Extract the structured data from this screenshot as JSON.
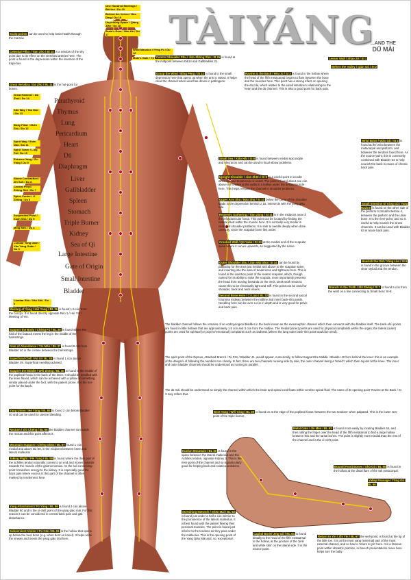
{
  "title": {
    "main": "TÀIYÁNG",
    "sub1": "...AND THE",
    "sub2": "DŪ MÀI"
  },
  "top_labels": [
    "One Hundred Meetings / Bǎi Huì / Du 20",
    "Behind the Vertex / Hòu Dǐng / Du 19",
    "Unyielding Space / Qiáng Jiān / Du 18",
    "Brain's Door / Nǎo Hù / Du 17",
    "Wind Mansion / Fēng Fǔ / Du 16",
    "Mute's Gate / Yǎ Mén / Du 15"
  ],
  "spine_labels": [
    "Great Hammer / Dà Zhuī / Du 14",
    "Kiln Way / Táo Dào / Du 13",
    "Body Pillar / Shēn Zhù / Du 12",
    "Spirit Way / Shén Dào / Du 11",
    "Spirit Tower / Líng Tái / Du 10",
    "Extreme Yang / Zhì Yáng / Du 9",
    "Sinew Contraction / Jīn Suō / Du 8",
    "Central Pivot / Zhōng Shū / Du 7",
    "Spine Centre / Jǐ Zhōng / Du 6",
    "Suspended Pivot / Xuán Shū / Du 5",
    "Ming Mén / Du 4",
    "Lumbar Yang Gate / Yāo Yáng Guān / Du 3",
    "Lumbar Shu / Yāo Shū / Du 2",
    "Long and Strong / Cháng Qiáng / Du 1"
  ],
  "organs": [
    "Parathyroid",
    "Thymus",
    "Lung",
    "Pericardium",
    "Heart",
    "Dū",
    "Diaphragm",
    "Liver",
    "Gallbladder",
    "Spleen",
    "Stomach",
    "Triple Burner",
    "Kidney",
    "Sea of Qì",
    "Large Intestine",
    "Gate of Origin",
    "Small Intestine",
    "Bladder"
  ],
  "colors": {
    "muscle": "#c96a4e",
    "muscle_dark": "#8e3a28",
    "channel": "#f2d000",
    "point": "#c8001e",
    "label": "#ffe400",
    "heading_bg": "#2c2a20"
  },
  "left_notes": [
    {
      "h": "Scalp points",
      "t": " can be used to help brain health through the marrow."
    },
    {
      "h": "Celestial Pillar / Tiān Zhù / Bl 10",
      "t": " is a window of the sky point due to its effect on the vertebral arteries here. The point is found in the depression within the insertion of the trapezius"
    },
    {
      "h": "Great Vertebra / Dà Zhù / BL 11",
      "t": " is the huì-point for bones."
    },
    {
      "h": "Meeting of Yang / Huì Yáng / BL 35",
      "t": " is found 1.5 cùn from the coccyx. It is found directly opposite Ren 1 / Huì Yīn / Meeting of Yīn."
    },
    {
      "h": "Support the Body / Chéng Fú / BL 36",
      "t": " is found where the fold of the buttock meets the leg in the middle of the hamstrings."
    },
    {
      "h": "Gate of Abundance / Yīn Mén / BL 37",
      "t": " is found 8 cùn from Bladder 40 in the crease between the hamstrings."
    },
    {
      "h": "Superficial Cleft / Fú Xì / BL 38",
      "t": " is found 1 cùn above Bladder 39. Superficial needling advised."
    },
    {
      "h": "Support the Middle / Wěi Zhōng / BL 40",
      "t": " is found in the middle of the popliteal fossa in the back of the knee. It should be needled with the knee flexed, which can be achieved with a pillow or something similar placed under the foot, with the patient prone. It is the huì-point for the back."
    },
    {
      "h": "Yang Union / Hé Yáng / BL 55",
      "t": " is found 2 cùn below Bladder 40 and can be used for uterine bleeding."
    },
    {
      "h": "Rectum / Zhì Chéng / BL 56",
      "t": " the bladder channel surrounds the rectum and this point affects it."
    },
    {
      "h": "Mountain Support / Chéng Shān / BL 57",
      "t": " found 1 cùn medial and above BL-58, in the midpoint between knee and lateral malleolus"
    },
    {
      "h": "Taking Flight / Fēi Yáng / BL 58",
      "t": " is found where the thick part of the achilles tendon naturally comes to an end and moves inwards towards the muscle of the gastrocnemius. As the luò-connecting point it transfers energy to the kidney. It is especially good for back pain where excess in this part of the channel is often marked by tenderness here."
    },
    {
      "h": "Yang Attachment / Fū Yáng / BL 59",
      "t": " is found 3 cùn above Bladder 60 and is the xì-cleft point of the yang qiāo mài. For this reason it can be considered in central back pain and gait disturbance."
    },
    {
      "h": "Subservient Visitor / Pú Cān / BL 61",
      "t": " is the hollow that opens up below the heel bone (e.g. when bent on kneel). It helps relax the sinews and meets the yang qiāo mài here."
    }
  ],
  "right_notes": [
    {
      "h": "Central Shoulder Shu / Jiān Zhōng Shū / SI 15",
      "t": " is found at the midpoint between D&14 and Gallbladder 21."
    },
    {
      "h": "Grasp the Wind / Bǐng Fēng / SI 12",
      "t": " is found in the small depression here that opens up when the arm is raised. It helps clear the channel when wind has driven in pathogens."
    },
    {
      "h": "Ravine at the Back / Hòu Xī / SI 3",
      "t": " is found in the hollow where the head of the fifth metacarpal begins to flare between the bone and the muscles here. This point has a strong effect on opening the dū mài, which relates to the small intestine's relationship to the heart and the dū channel. This is also a good point for back pain."
    },
    {
      "h": "Lesser Wall / Shào Zé / SI 1",
      "t": ""
    },
    {
      "h": "Before the Valley / Qián Gǔ / SI 2",
      "t": ""
    },
    {
      "h": "Wrist Bone / Wàn Gǔ / SI 4",
      "t": " is found at the wrist between the metacarpal and pisiform, and between the tendons found here. As the source-point, this is commonly combined with Bladder 64 to help nourish the back in cases of chronic back pain."
    },
    {
      "h": "Small Sea / Xiǎo Hǎi / SI 8",
      "t": " is found between medial epicondyle and olecranon and can be used in local elbow problems."
    },
    {
      "h": "Upright Shoulder / Jiān Zhēn / SI 9",
      "t": " is a useful point to needle when marked tenderness is noted. The point is found about one cùn above the crease at the axilla in a hollow under the deltoid muscle here. This helps release the channel in shoulder problems."
    },
    {
      "h": "Small Intestine 5/ Yáng Gǔ / Yang Ravine",
      "t": " is found on the other side of the pisiform to Small Intestine 4, between the pisiform and the ulnar bone. It is the river-point, and so is useful to help nourish the sinew channels. It can be used with Bladder 63 in acute back pain."
    },
    {
      "h": "Upper Arm Shu / Nào Shū / SI 10",
      "t": " below the curve of the shoulder blade in the depression behind LI 15, intersects with the yang qiāo mài."
    },
    {
      "h": "Heavenly Gathering / Tiān Zōng / SI 11",
      "t": " is in the midpoint area of the infraclavicular fossa. This point can be located by finding the natural divot within the muscle here. It is normally very tender in neck and shoulder problems. It is safe to needle deeply when done correctly, since the scapular bone lies under."
    },
    {
      "h": "Crooked Wall / Qū Yuán / SI 13",
      "t": " at the medial end of the scapular spine where it curves upwards, as suggested by the name."
    },
    {
      "h": "Nourish the Old / Yǎng Lǎo / SI 6",
      "t": " is found in the groove between the ulnar styloid and the tendon."
    },
    {
      "h": "Outer Shoulder Shu / Jiān Wài Shū / SI 14",
      "t": " can be found by palpating for the area just medial and above to the scapular spine, and inserting into the area of tenderness and tightness here. This is found in the insertion point of the levator scapular, which, though named for its ability to raise the scapula, more importantly prevents the head from moving forwards on the neck. Desk-work tends to cause this to be chronically tight and stiff. This point can be used for shoulder, back and neck issues."
    },
    {
      "h": "Branch to the Truth / Zhī Zhèng / SI 7",
      "t": " is found 5 cùn from the wrist on a line connecting to Small Sea / SI-8."
    },
    {
      "h": "Second Bone Hole / Cì Liáo / BL 32",
      "t": " is found in the second sacral foramina midway between the midline and inner back-shù points. Needling here can be over a cùn in depth and is very good for pelvic and back pain."
    }
  ],
  "paragraphs": [
    "The bladder channel follows the remains of an embryological bladder in the back known as the mesonephric channel which then connects with the bladder itself. The back-shù points are found in little hollows that are approximately 1.5 cùn and 3 cùn from the midline. The medial (inner) points are used for physical complaints within the organ; the lateral (outer) points are used for spiritual (or psycho-emotional) complaints such as sadness (where the lung outer back-shù point would be used).",
    "The spirit point of the thymus, Attached Branch / Fù Fēn / Bladder 41, would appear, numerically, to follow Support the Middle / Bladder 40 from behind the knee: this is an example of the dangers of following the numbers too closely. In fact, there are two channels running side by side, the outer channel being a 'branch' which then rejoins at the knee. The inner and outer bladder channels should be understood as running in parallel.",
    "The dū mài should be understood as simply the channel within which the brain and spinal cord floats within cerebro-spinal fluid. The name of its opening point 'Ravine at the Back / SI 3 may reflect that."
  ],
  "lower_notes": [
    {
      "h": "Bent Yang / Wěi Yáng / BL 39",
      "t": " is found on at the edge of the popliteal fossa 'between the two tendons' when palpated. This is the lower sea-point of the triple burner."
    },
    {
      "h": "Metal Gate / Jīn Mén / BL 63",
      "t": " is found most easily by locating Bladder 64, and then rolling the finger over the head of the fifth metatarsal to find a large hollow between this and the tarsal bones. The point is slightly more medial than the rest of the channel and is the xì-cleft point."
    },
    {
      "h": "Kunlun Mountain / BL 60",
      "t": " is found in the space between the lateral malleolus and the Achilles tendon, opposite Kidney 3. This is the river-point of the channel and so is particularly good for helping back and sciatica problems."
    },
    {
      "h": "Bound (Foot) Bones / Shù Gǔ / BL 65",
      "t": " is found in the hollow at the distal flare of the 5th metacarpal."
    },
    {
      "h": "Valley Passage / Tōng Gǔ / BL 66",
      "t": ""
    },
    {
      "h": "Stretching Network / Shēn Mài / BL 62",
      "t": " is found just under a half a cùn inferior to the prominence of the lateral malleolus. It is best found with the patient flexing their peroneal muscles. The point is found just inferior to the tendons as they pass under the malleolus. This is the opening point of the Yang Qiāo Mài and, so, exceptional."
    },
    {
      "h": "Capital Bone/ Jīng Gǔ / BL 64",
      "t": " is found distally to the head of the fifth metatarsal in the hollow, at the junction of the 'pink and white skin' on the lateral side. It is the source point."
    },
    {
      "h": "Return to Yin / Zhì Yīn / BL 67",
      "t": " the well-point, is found at the tip of the little toe. It is at the most yang (external) part of the most external channel, and so has to 'return to yin' here. It is a famous point within obstetric practice, in breech presentations move here helps turn the baby."
    }
  ]
}
